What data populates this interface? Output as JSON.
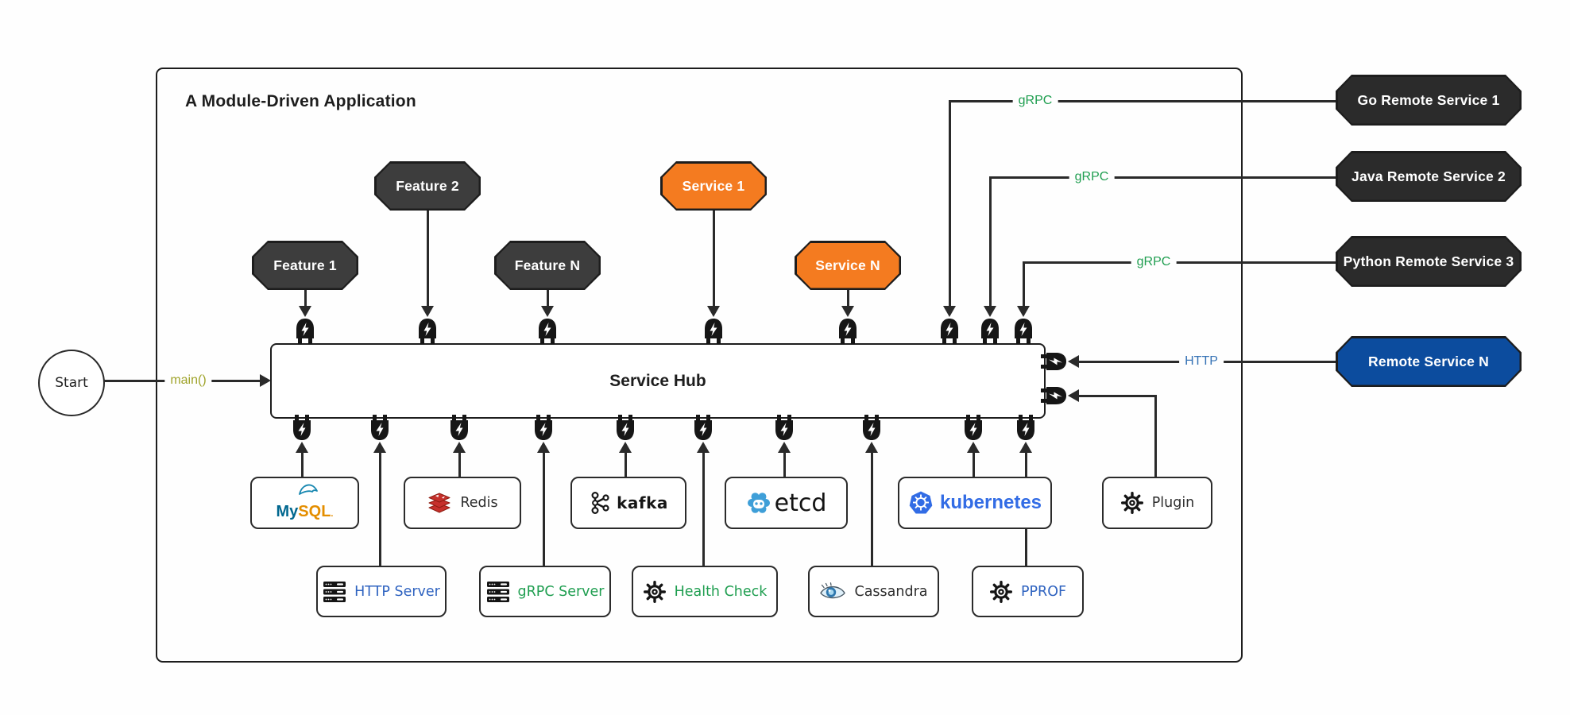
{
  "title": "A Module-Driven Application",
  "start": {
    "label": "Start"
  },
  "hub": {
    "label": "Service Hub"
  },
  "edges": {
    "main": "main()",
    "grpc_go": "gRPC",
    "grpc_java": "gRPC",
    "grpc_python": "gRPC",
    "http": "HTTP"
  },
  "modules": [
    {
      "id": "feature1",
      "label": "Feature 1",
      "type": "feature"
    },
    {
      "id": "feature2",
      "label": "Feature 2",
      "type": "feature"
    },
    {
      "id": "featureN",
      "label": "Feature N",
      "type": "feature"
    },
    {
      "id": "service1",
      "label": "Service 1",
      "type": "service"
    },
    {
      "id": "serviceN",
      "label": "Service N",
      "type": "service"
    }
  ],
  "remote_services": [
    {
      "label": "Go Remote Service 1",
      "style": "dark"
    },
    {
      "label": "Java Remote Service 2",
      "style": "dark"
    },
    {
      "label": "Python Remote Service 3",
      "style": "dark"
    },
    {
      "label": "Remote Service N",
      "style": "blue"
    }
  ],
  "infrastructure": [
    {
      "id": "mysql",
      "brand_prefix": "My",
      "brand_suffix": "SQL",
      "tm": "."
    },
    {
      "id": "redis",
      "label": "Redis"
    },
    {
      "id": "kafka",
      "label": "kafka"
    },
    {
      "id": "etcd",
      "label": "etcd"
    },
    {
      "id": "kubernetes",
      "label": "kubernetes"
    },
    {
      "id": "plugin",
      "label": "Plugin"
    }
  ],
  "components": [
    {
      "id": "http_server",
      "label": "HTTP Server"
    },
    {
      "id": "grpc_server",
      "label": "gRPC Server"
    },
    {
      "id": "health_check",
      "label": "Health Check"
    },
    {
      "id": "cassandra",
      "label": "Cassandra"
    },
    {
      "id": "pprof",
      "label": "PPROF"
    }
  ],
  "colors": {
    "module_dark": "#3d3d3d",
    "remote_dark": "#2b2b2b",
    "service_orange": "#f47b20",
    "remote_blue": "#0c4c9e",
    "grpc_green": "#1f9e50",
    "http_blue": "#3572b5",
    "main_olive": "#9fa32a",
    "line": "#2a2a2a",
    "kubernetes_blue": "#326ce5"
  }
}
